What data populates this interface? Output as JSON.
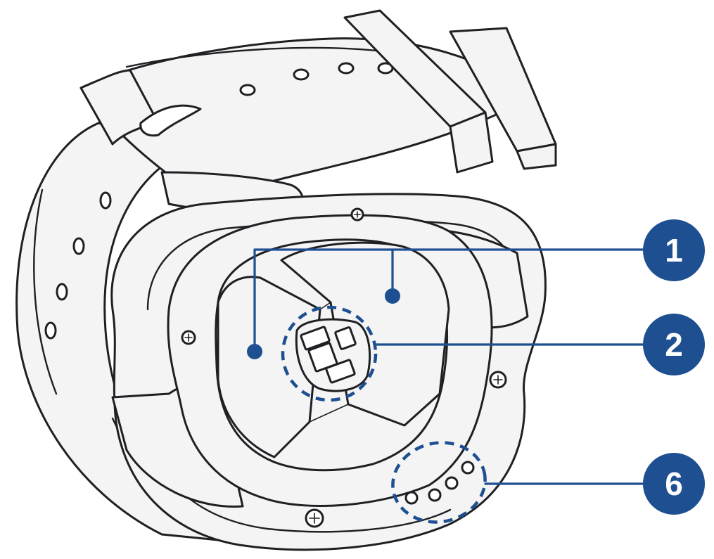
{
  "callouts": [
    {
      "id": "1",
      "label": "1"
    },
    {
      "id": "2",
      "label": "2"
    },
    {
      "id": "6",
      "label": "6"
    }
  ],
  "colors": {
    "callout": "#1d4f91",
    "outline": "#1f2023",
    "fill": "#f4f4f5",
    "background": "#ffffff"
  }
}
